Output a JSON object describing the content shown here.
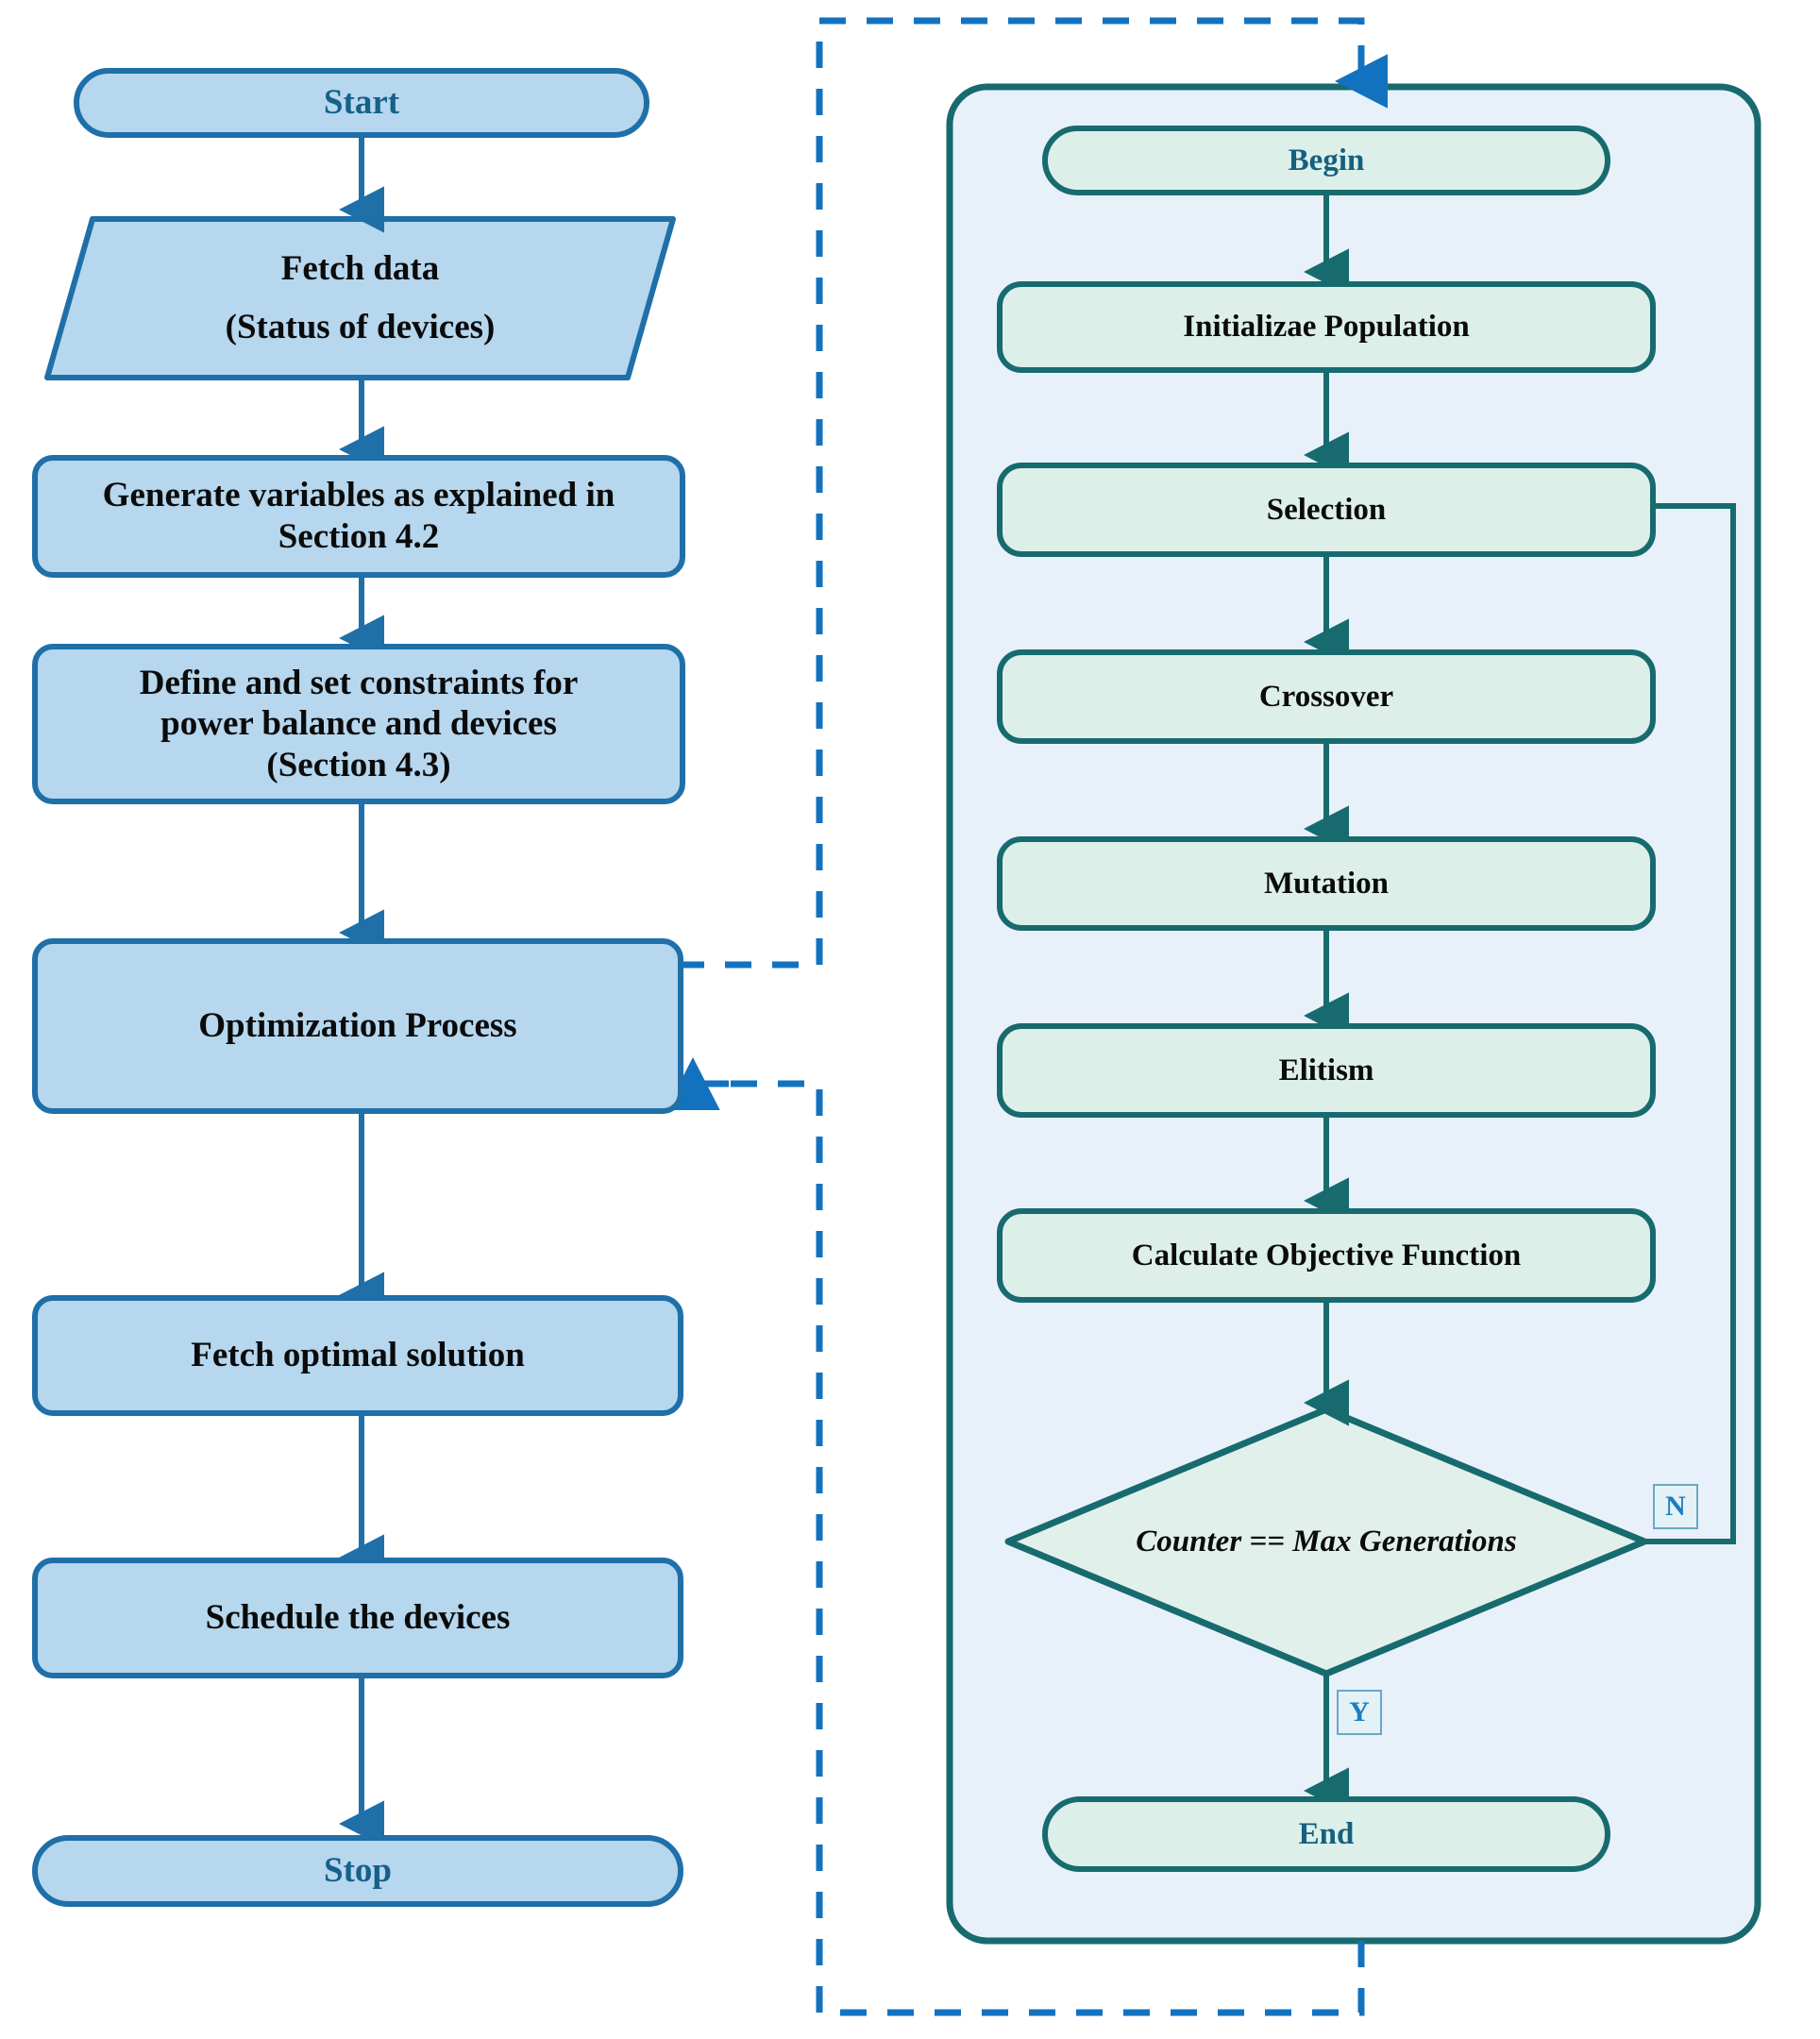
{
  "diagram": {
    "title": "Optimization and scheduling flowchart with genetic-algorithm subprocess",
    "colors": {
      "left_fill": "#b6d7ee",
      "left_border": "#1f6fa8",
      "left_terminal_text": "#156189",
      "right_container_fill": "#e8f1fa",
      "right_container_border": "#176b6e",
      "right_node_fill": "#ddefe9",
      "right_node_border": "#176b6e",
      "right_terminal_text": "#16607f",
      "dashed_link": "#1272c0",
      "chip_text": "#1a7fc1",
      "chip_fill": "#e4f1f7",
      "chip_border": "#6aa7c6"
    }
  },
  "left_flow": {
    "name": "main-process-flow",
    "nodes": [
      {
        "id": "start",
        "shape": "terminal",
        "label": "Start"
      },
      {
        "id": "fetch-data",
        "shape": "parallelogram",
        "label_line1": "Fetch data",
        "label_line2": "(Status of devices)"
      },
      {
        "id": "gen-vars",
        "shape": "process",
        "label_line1": "Generate variables as explained in",
        "label_line2": "Section 4.2"
      },
      {
        "id": "constraints",
        "shape": "process",
        "label_line1": "Define and set constraints for",
        "label_line2": "power balance and devices",
        "label_line3": "(Section 4.3)"
      },
      {
        "id": "optimization",
        "shape": "process",
        "label": "Optimization Process"
      },
      {
        "id": "fetch-opt",
        "shape": "process",
        "label": "Fetch optimal solution"
      },
      {
        "id": "schedule",
        "shape": "process",
        "label": "Schedule the devices"
      },
      {
        "id": "stop",
        "shape": "terminal",
        "label": "Stop"
      }
    ]
  },
  "right_flow": {
    "name": "genetic-algorithm-subprocess",
    "nodes": [
      {
        "id": "begin",
        "shape": "terminal",
        "label": "Begin"
      },
      {
        "id": "init-pop",
        "shape": "process",
        "label": "Initializae Population"
      },
      {
        "id": "selection",
        "shape": "process",
        "label": "Selection"
      },
      {
        "id": "crossover",
        "shape": "process",
        "label": "Crossover"
      },
      {
        "id": "mutation",
        "shape": "process",
        "label": "Mutation"
      },
      {
        "id": "elitism",
        "shape": "process",
        "label": "Elitism"
      },
      {
        "id": "objective",
        "shape": "process",
        "label": "Calculate Objective Function"
      },
      {
        "id": "decision",
        "shape": "diamond",
        "label": "Counter == Max Generations"
      },
      {
        "id": "end",
        "shape": "terminal",
        "label": "End"
      }
    ],
    "branches": {
      "no_label": "N",
      "yes_label": "Y"
    }
  }
}
